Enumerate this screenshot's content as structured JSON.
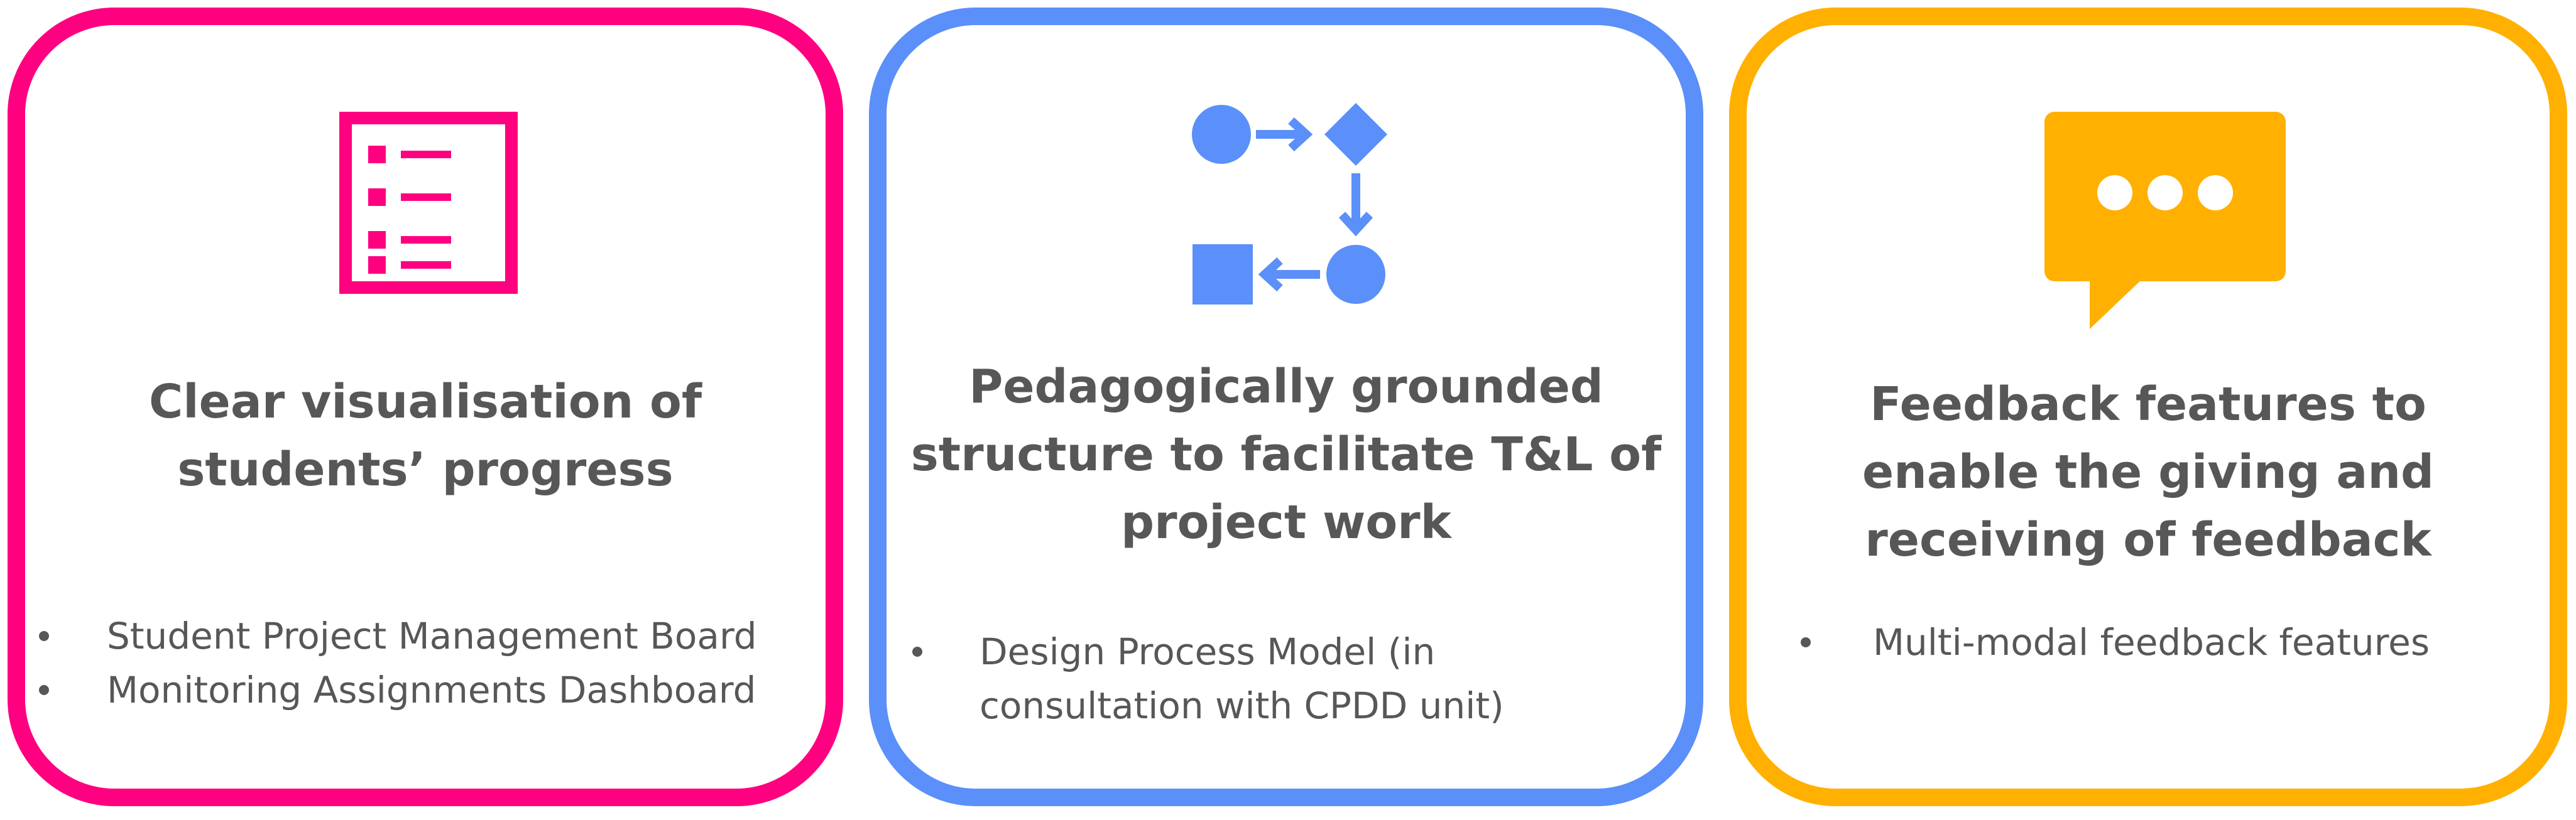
{
  "colors": {
    "pink": "#ff0080",
    "blue": "#5b8ff9",
    "yellow": "#ffb000",
    "text": "#575757"
  },
  "cards": [
    {
      "icon": "checklist-document-icon",
      "heading_lines": [
        "Clear visualisation of",
        "students’ progress"
      ],
      "bullets": [
        {
          "lines": [
            "Student Project Management Board"
          ]
        },
        {
          "lines": [
            "Monitoring Assignments Dashboard"
          ]
        }
      ]
    },
    {
      "icon": "process-flow-icon",
      "heading_lines": [
        "Pedagogically grounded",
        "structure to facilitate T&L of",
        "project work"
      ],
      "bullets": [
        {
          "lines": [
            "Design Process Model (in",
            "consultation with CPDD unit)"
          ]
        }
      ]
    },
    {
      "icon": "chat-bubble-icon",
      "heading_lines": [
        "Feedback features to",
        "enable the giving and",
        "receiving of feedback"
      ],
      "bullets": [
        {
          "lines": [
            "Multi-modal feedback features"
          ]
        }
      ]
    }
  ]
}
